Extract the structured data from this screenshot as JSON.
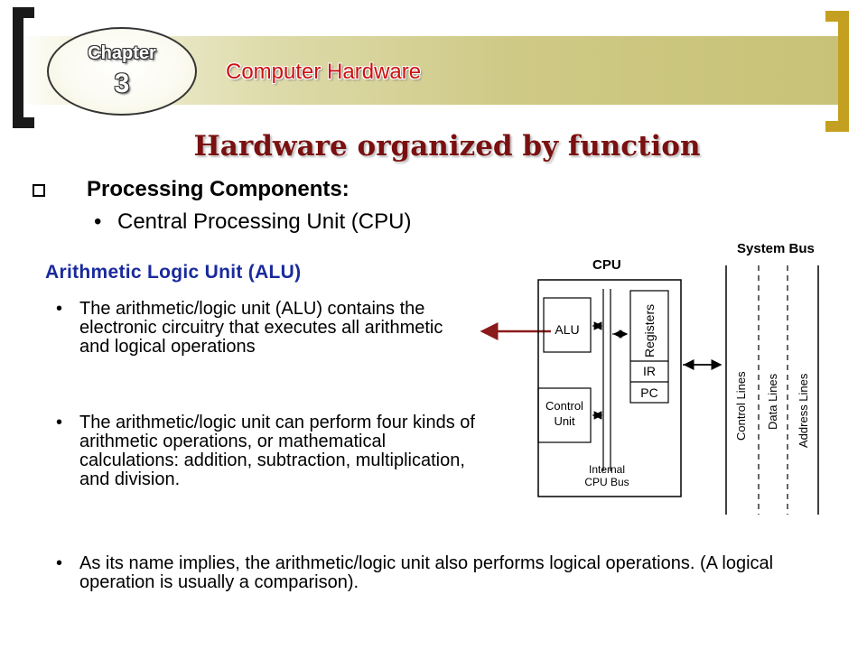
{
  "header": {
    "chapter_word": "Chapter",
    "chapter_number": "3",
    "title": "Computer Hardware"
  },
  "slide": {
    "title": "Hardware organized by function",
    "section": "Processing Components:",
    "subsection_bullet": "Central Processing Unit (CPU)",
    "alu_heading": "Arithmetic Logic Unit (ALU)",
    "bullets": [
      "The arithmetic/logic unit (ALU) contains the electronic circuitry that executes all arithmetic and logical operations",
      "The arithmetic/logic unit can perform four kinds of arithmetic operations, or mathematical calculations: addition, subtraction, multiplication, and division.",
      "As its name implies, the arithmetic/logic unit also performs logical operations. (A logical operation is usually a comparison)."
    ],
    "bullet_glyph": "•"
  },
  "diagram": {
    "cpu_label": "CPU",
    "system_bus_label": "System Bus",
    "alu_label": "ALU",
    "registers_label": "Registers",
    "ir_label": "IR",
    "pc_label": "PC",
    "control_unit_line1": "Control",
    "control_unit_line2": "Unit",
    "internal_bus_line1": "Internal",
    "internal_bus_line2": "CPU Bus",
    "control_lines_label": "Control Lines",
    "data_lines_label": "Data Lines",
    "address_lines_label": "Address Lines",
    "pointer_arrow_color": "#8b1a1a"
  },
  "colors": {
    "header_title": "#cc1010",
    "main_title": "#7a1010",
    "alu_heading": "#1a2a9c",
    "right_bracket": "#c4a020",
    "left_bracket": "#1a1a1a"
  }
}
